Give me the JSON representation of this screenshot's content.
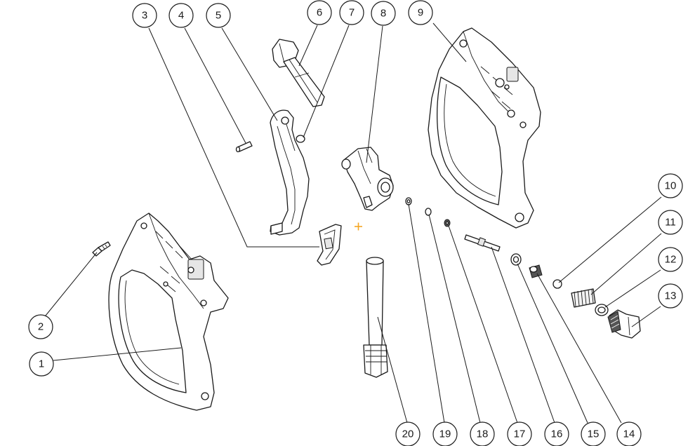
{
  "callouts": [
    {
      "id": "1",
      "label": "1"
    },
    {
      "id": "2",
      "label": "2"
    },
    {
      "id": "3",
      "label": "3"
    },
    {
      "id": "4",
      "label": "4"
    },
    {
      "id": "5",
      "label": "5"
    },
    {
      "id": "6",
      "label": "6"
    },
    {
      "id": "7",
      "label": "7"
    },
    {
      "id": "8",
      "label": "8"
    },
    {
      "id": "9",
      "label": "9"
    },
    {
      "id": "10",
      "label": "10"
    },
    {
      "id": "11",
      "label": "11"
    },
    {
      "id": "12",
      "label": "12"
    },
    {
      "id": "13",
      "label": "13"
    },
    {
      "id": "14",
      "label": "14"
    },
    {
      "id": "15",
      "label": "15"
    },
    {
      "id": "16",
      "label": "16"
    },
    {
      "id": "17",
      "label": "17"
    },
    {
      "id": "18",
      "label": "18"
    },
    {
      "id": "19",
      "label": "19"
    },
    {
      "id": "20",
      "label": "20"
    }
  ],
  "colors": {
    "line": "#1a1a1a",
    "background": "#ffffff",
    "origin_marker": "#f5a623"
  }
}
